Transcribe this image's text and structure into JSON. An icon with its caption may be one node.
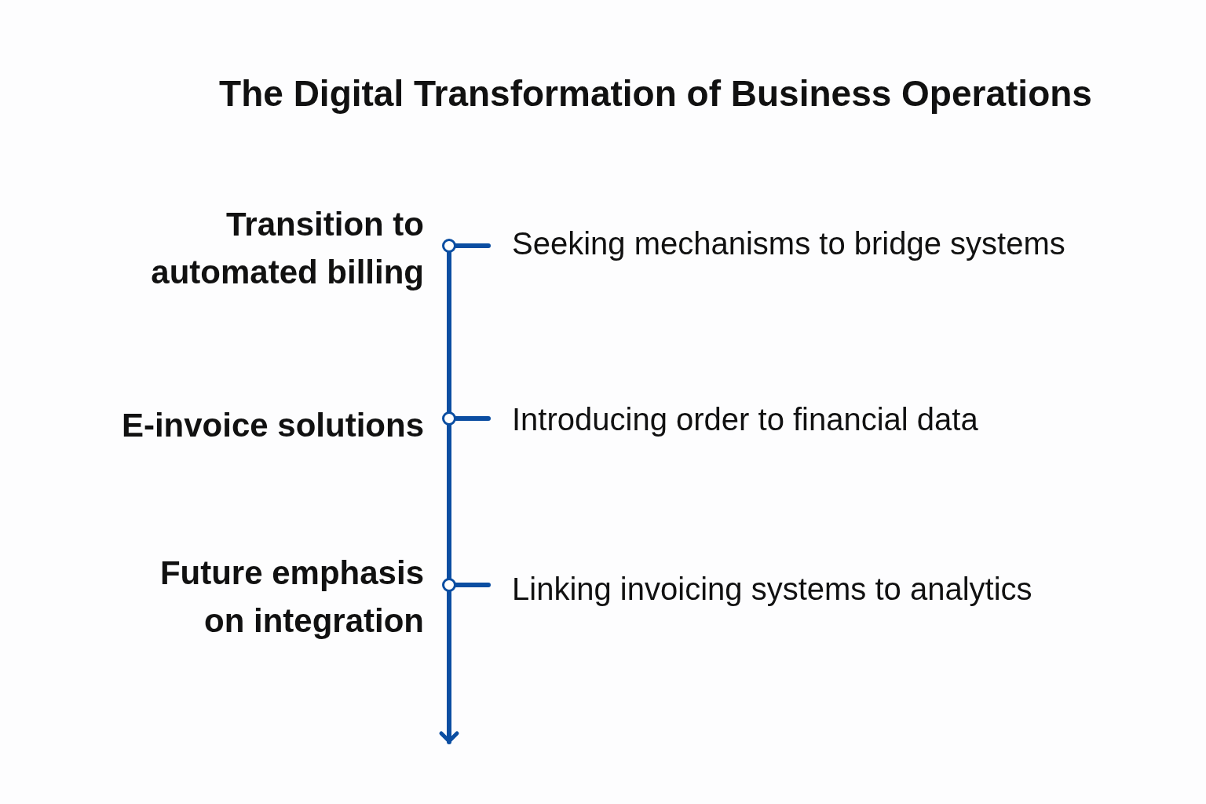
{
  "diagram": {
    "title": "The Digital Transformation of Business Operations",
    "nodes": [
      {
        "text": [],
        "shape": "circle",
        "beside": [
          "Transition to automated billing"
        ]
      },
      {
        "text": [
          "Seeking mechanisms to bridge systems"
        ]
      },
      {
        "text": [],
        "shape": "circle",
        "beside": [
          "E-invoice solutions"
        ]
      },
      {
        "text": [
          "Introducing order to financial data"
        ]
      },
      {
        "text": [],
        "shape": "circle",
        "beside": [
          "Future emphasis on integration"
        ]
      },
      {
        "text": [
          "Linking invoicing systems to analytics"
        ]
      }
    ],
    "edges": [
      {
        "from": 0,
        "to": 1,
        "arrow": "none"
      },
      {
        "from": 0,
        "to": 2,
        "arrow": "none"
      },
      {
        "from": 2,
        "to": 3,
        "arrow": "none"
      },
      {
        "from": 2,
        "to": 4,
        "arrow": "none"
      },
      {
        "from": 4,
        "to": 5,
        "arrow": "none"
      },
      {
        "from": 4,
        "to": null,
        "arrow": "to"
      }
    ]
  }
}
